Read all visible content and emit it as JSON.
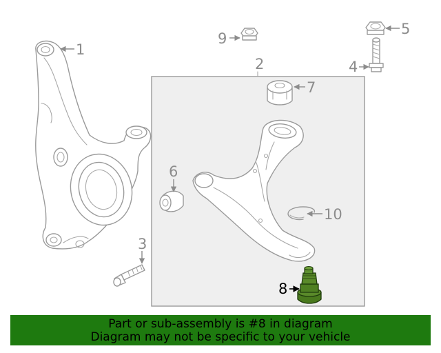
{
  "diagram": {
    "callouts": {
      "c1": "1",
      "c2": "2",
      "c3": "3",
      "c4": "4",
      "c5": "5",
      "c6": "6",
      "c7": "7",
      "c8": "8",
      "c9": "9",
      "c10": "10"
    },
    "highlighted_part": "8",
    "colors": {
      "highlight": "#4a7a1e",
      "banner": "#1e7a0f",
      "line": "#9a9a9a"
    }
  },
  "banner": {
    "line1": "Part or sub-assembly is #8 in diagram",
    "line2": "Diagram may not be specific to your vehicle"
  }
}
